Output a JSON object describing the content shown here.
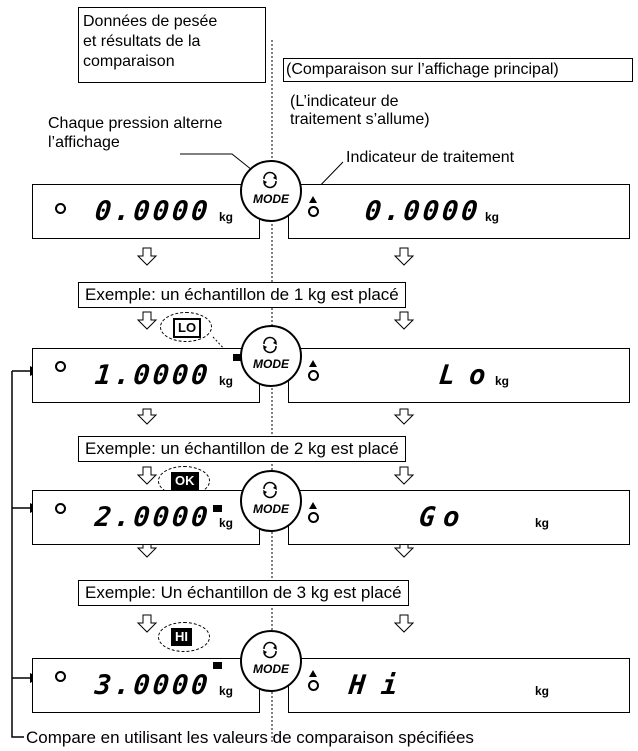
{
  "header": {
    "box_lines": [
      "Données de pesée",
      "et résultats de la",
      "comparaison"
    ],
    "right_title": "(Comparaison sur l’affichage principal)",
    "right_sub": [
      "(L’indicateur de",
      "traitement s’allume)"
    ],
    "left_note": [
      "Chaque pression alterne",
      "l’affichage"
    ],
    "indicator_label": "Indicateur de traitement"
  },
  "mode_label": "MODE",
  "unit": "kg",
  "rows": [
    {
      "left_value": "0.0000",
      "right_value": "0.0000"
    },
    {
      "left_value": "1.0000",
      "right_value": "Lo"
    },
    {
      "left_value": "2.0000",
      "right_value": "Go"
    },
    {
      "left_value": "3.0000",
      "right_value": "Hi"
    }
  ],
  "banners": [
    "Exemple: un échantillon de 1 kg est placé",
    "Exemple: un échantillon de 2 kg est placé",
    "Exemple: Un échantillon de 3 kg est placé"
  ],
  "badges": [
    "LO",
    "OK",
    "HI"
  ],
  "footer": "Compare en utilisant les valeurs de comparaison spécifiées",
  "colors": {
    "line": "#000000",
    "background": "#ffffff"
  }
}
